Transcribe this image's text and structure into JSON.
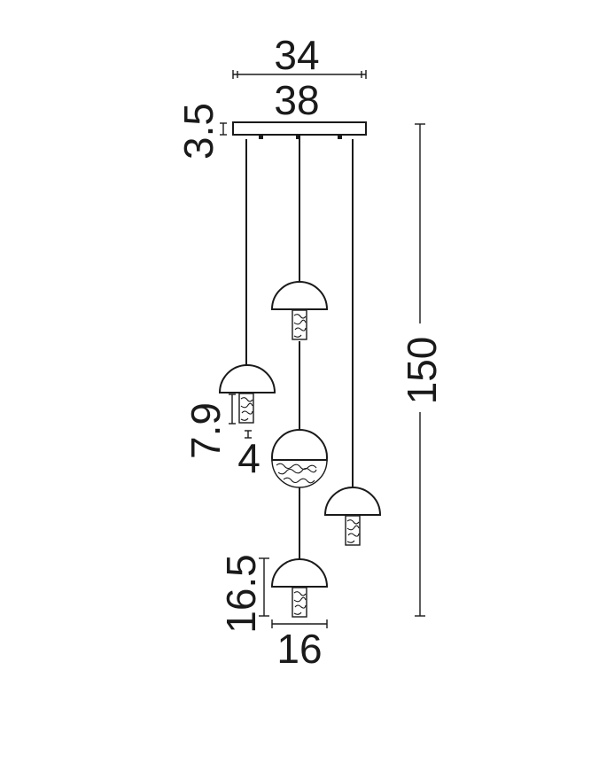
{
  "dimensions": {
    "canopy_inner_width": "34",
    "canopy_outer_width": "38",
    "canopy_height": "3.5",
    "total_height": "150",
    "lower_pendant_height": "7.9",
    "pattern_section_height": "4",
    "shade_height": "16.5",
    "shade_diameter": "16"
  },
  "colors": {
    "line": "#1a1a1a",
    "background": "#ffffff"
  }
}
